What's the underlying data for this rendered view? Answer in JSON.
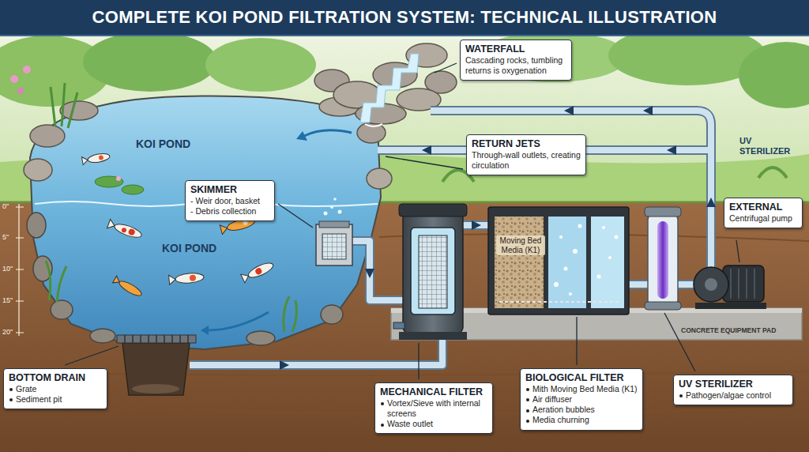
{
  "diagram": {
    "title": "COMPLETE KOI POND FILTRATION SYSTEM: TECHNICAL ILLUSTRATION",
    "nodes": [
      {
        "text": [
          "WATERFALL",
          "Cascading rocks, tumbling returns is oxygenation"
        ]
      },
      {
        "text": [
          "SKIMMER",
          "- Weir door, basket",
          "- Debris collection"
        ]
      },
      {
        "text": [
          "RETURN JETS",
          "Through-wall outlets, creating circulation"
        ]
      },
      {
        "text": [
          "EXTERNAL",
          "Centrifugal pump"
        ]
      },
      {
        "text": [
          "BOTTOM DRAIN",
          "Grate",
          "Sediment pit"
        ]
      },
      {
        "text": [
          "MECHANICAL FILTER",
          "Vortex/Sieve with internal screens",
          "Waste outlet"
        ]
      },
      {
        "text": [
          "BIOLOGICAL FILTER",
          "Mith Moving Bed Media (K1)",
          "Air diffuser",
          "Aeration bubbles",
          "Media churning"
        ]
      },
      {
        "text": [
          "UV STERILIZER",
          "Pathogen/algae control"
        ]
      }
    ],
    "labels": [
      "KOI POND",
      "KOI POND",
      "0\"",
      "5\"",
      "10\"",
      "15\"",
      "20\"",
      "UV STERILIZER",
      "Moving Bed Media (K1)",
      "CONCRETE EQUIPMENT PAD"
    ]
  }
}
